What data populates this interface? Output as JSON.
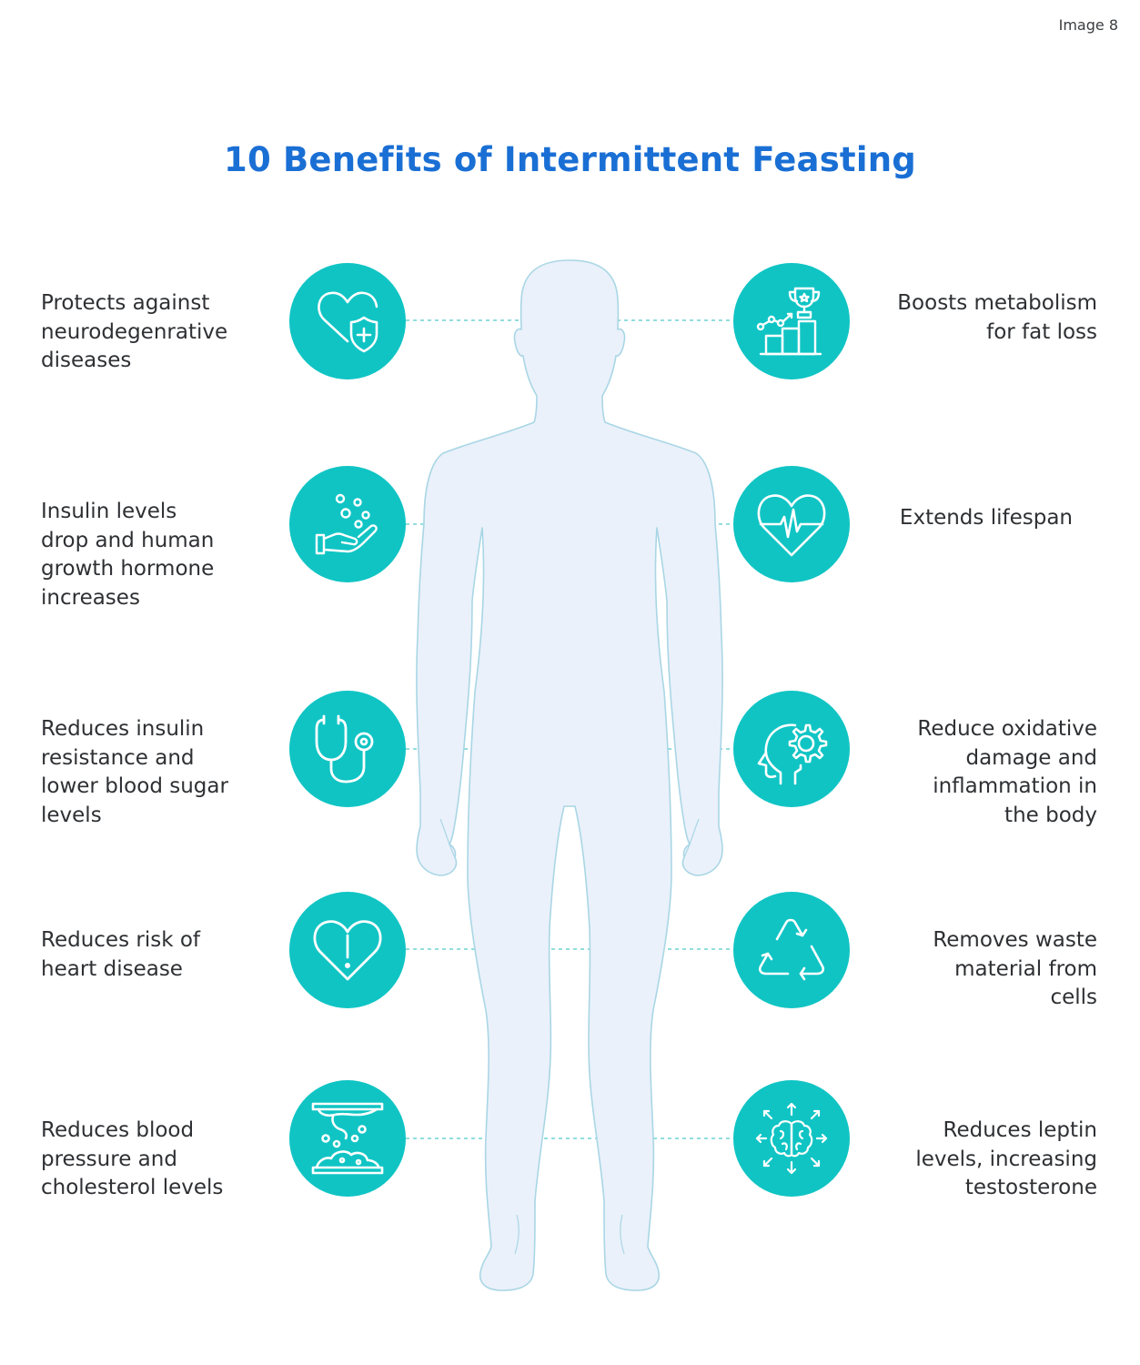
{
  "image_label": "Image 8",
  "title": "10 Benefits of Intermittent Feasting",
  "colors": {
    "title": "#1a6fd4",
    "circle": "#10c4c4",
    "body_fill": "#eaf1fa",
    "body_outline": "#a9d6e5",
    "connector": "#6fd3d3",
    "text": "#2e3033"
  },
  "benefits_left": [
    {
      "label": "Protects against neurodegenrative diseases",
      "lines": [
        "Protects against",
        "neurodegenrative",
        "diseases"
      ],
      "icon": "heart-shield-icon"
    },
    {
      "label": "Insulin levels drop and human growth hormone increases",
      "lines": [
        "Insulin levels",
        "drop and human",
        "growth hormone",
        "increases"
      ],
      "icon": "hand-bubbles-icon"
    },
    {
      "label": "Reduces insulin resistance and lower blood sugar levels",
      "lines": [
        "Reduces insulin",
        "resistance and",
        "lower blood sugar",
        "levels"
      ],
      "icon": "stethoscope-icon"
    },
    {
      "label": "Reduces risk of heart disease",
      "lines": [
        "Reduces risk of",
        "heart disease"
      ],
      "icon": "heart-alert-icon"
    },
    {
      "label": "Reduces blood pressure and cholesterol levels",
      "lines": [
        "Reduces blood",
        "pressure and",
        "cholesterol levels"
      ],
      "icon": "artery-cholesterol-icon"
    }
  ],
  "benefits_right": [
    {
      "label": "Boosts metabolism for fat loss",
      "lines": [
        "Boosts metabolism",
        "for fat loss"
      ],
      "icon": "trophy-chart-icon"
    },
    {
      "label": "Extends lifespan",
      "lines": [
        "Extends lifespan"
      ],
      "icon": "heartbeat-icon"
    },
    {
      "label": "Reduce oxidative damage and inflammation in the body",
      "lines": [
        "Reduce oxidative",
        "damage and",
        "inflammation in",
        "the body"
      ],
      "icon": "head-gear-icon"
    },
    {
      "label": "Removes waste material from cells",
      "lines": [
        "Removes waste",
        "material from",
        "cells"
      ],
      "icon": "recycle-icon"
    },
    {
      "label": "Reduces leptin levels, increasing testosterone",
      "lines": [
        "Reduces leptin",
        "levels, increasing",
        "testosterone"
      ],
      "icon": "brain-arrows-icon"
    }
  ]
}
